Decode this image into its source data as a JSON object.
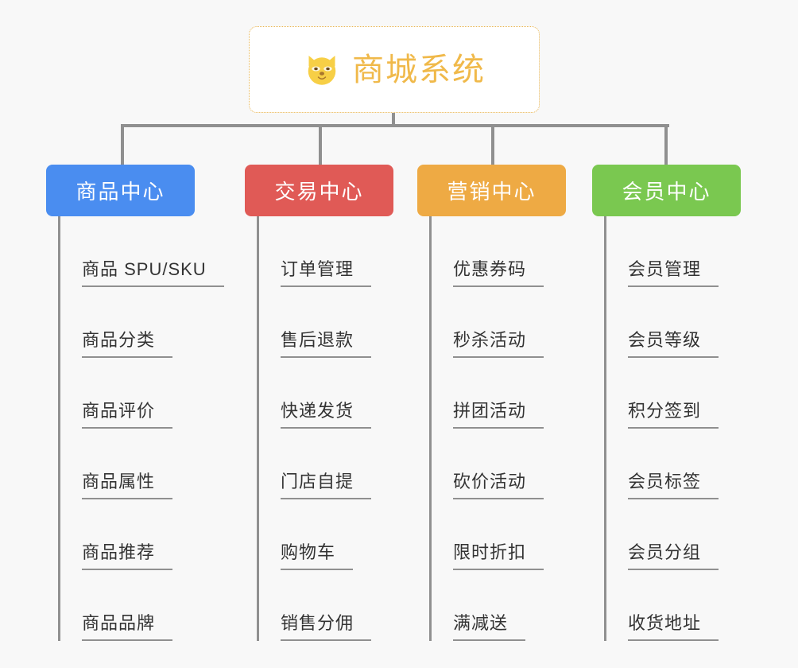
{
  "root": {
    "title": "商城系统",
    "icon": "shiba-dog-face-emoji",
    "border_color": "#e8b450",
    "text_color": "#f0b94a"
  },
  "background_color": "#f8f8f8",
  "connector_color": "#909090",
  "columns": [
    {
      "header": "商品中心",
      "color": "#4a8df0",
      "items": [
        "商品 SPU/SKU",
        "商品分类",
        "商品评价",
        "商品属性",
        "商品推荐",
        "商品品牌"
      ]
    },
    {
      "header": "交易中心",
      "color": "#e05a56",
      "items": [
        "订单管理",
        "售后退款",
        "快递发货",
        "门店自提",
        "购物车",
        "销售分佣"
      ]
    },
    {
      "header": "营销中心",
      "color": "#eeaa44",
      "items": [
        "优惠券码",
        "秒杀活动",
        "拼团活动",
        "砍价活动",
        "限时折扣",
        "满减送"
      ]
    },
    {
      "header": "会员中心",
      "color": "#7ac850",
      "items": [
        "会员管理",
        "会员等级",
        "积分签到",
        "会员标签",
        "会员分组",
        "收货地址"
      ]
    }
  ]
}
